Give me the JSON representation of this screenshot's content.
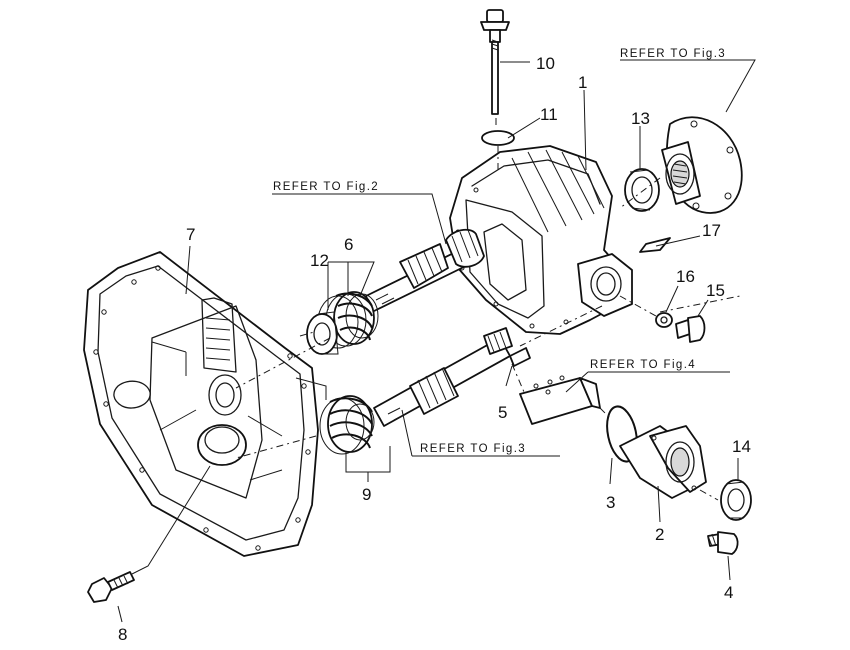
{
  "labels": {
    "n1": "1",
    "n2": "2",
    "n3": "3",
    "n4": "4",
    "n5": "5",
    "n6": "6",
    "n7": "7",
    "n8": "8",
    "n9": "9",
    "n10": "10",
    "n11": "11",
    "n12": "12",
    "n13": "13",
    "n14": "14",
    "n15": "15",
    "n16": "16",
    "n17": "17"
  },
  "references": {
    "fig3_top": "REFER TO Fig.3",
    "fig2": "REFER TO Fig.2",
    "fig4": "REFER TO Fig.4",
    "fig3_bottom": "REFER TO Fig.3"
  }
}
